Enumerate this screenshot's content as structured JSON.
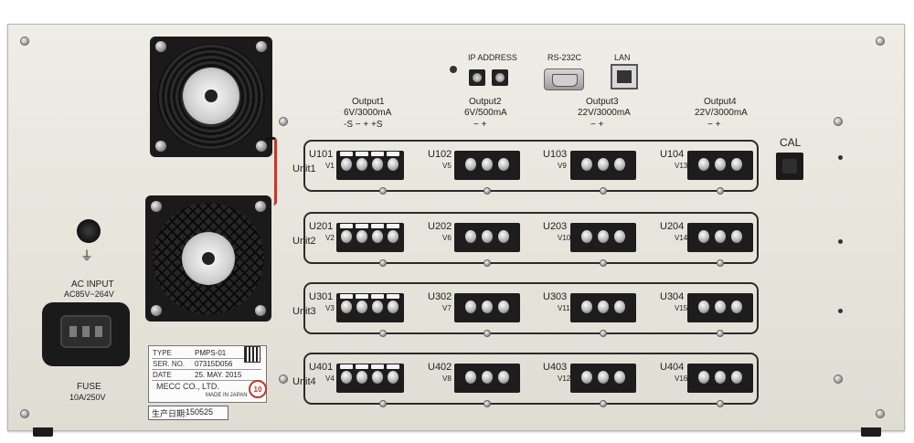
{
  "panel": {
    "ip_address_label": "IP ADDRESS",
    "rs232c_label": "RS-232C",
    "lan_label": "LAN",
    "cal_label": "CAL",
    "ac_input_label": "AC INPUT",
    "ac_input_range": "AC85V~264V",
    "fuse_label": "FUSE",
    "fuse_rating": "10A/250V",
    "ground_symbol": "⏚"
  },
  "outputs": [
    {
      "name": "Output1",
      "rating": "6V/3000mA",
      "terminals": "-S  −  +  +S"
    },
    {
      "name": "Output2",
      "rating": "6V/500mA",
      "terminals": "−  +"
    },
    {
      "name": "Output3",
      "rating": "22V/3000mA",
      "terminals": "−  +"
    },
    {
      "name": "Output4",
      "rating": "22V/3000mA",
      "terminals": "−  +"
    }
  ],
  "units": [
    {
      "name": "Unit1",
      "channels": [
        {
          "id": "U101",
          "v": "V1"
        },
        {
          "id": "U102",
          "v": "V5"
        },
        {
          "id": "U103",
          "v": "V9"
        },
        {
          "id": "U104",
          "v": "V13"
        }
      ]
    },
    {
      "name": "Unit2",
      "channels": [
        {
          "id": "U201",
          "v": "V2"
        },
        {
          "id": "U202",
          "v": "V6"
        },
        {
          "id": "U203",
          "v": "V10"
        },
        {
          "id": "U204",
          "v": "V14"
        }
      ]
    },
    {
      "name": "Unit3",
      "channels": [
        {
          "id": "U301",
          "v": "V3"
        },
        {
          "id": "U302",
          "v": "V7"
        },
        {
          "id": "U303",
          "v": "V11"
        },
        {
          "id": "U304",
          "v": "V15"
        }
      ]
    },
    {
      "name": "Unit4",
      "channels": [
        {
          "id": "U401",
          "v": "V4"
        },
        {
          "id": "U402",
          "v": "V8"
        },
        {
          "id": "U403",
          "v": "V12"
        },
        {
          "id": "U404",
          "v": "V16"
        }
      ]
    }
  ],
  "nameplate": {
    "type_label": "TYPE",
    "type_value": "PMPS-01",
    "ser_label": "SER. NO.",
    "ser_value": "07315D056",
    "date_label": "DATE",
    "date_value": "25. MAY. 2015",
    "maker": "MECC CO., LTD.",
    "origin": "MADE IN JAPAN",
    "production_date_label": "生产日期:",
    "production_date_value": "150525",
    "eco_mark": "10"
  }
}
